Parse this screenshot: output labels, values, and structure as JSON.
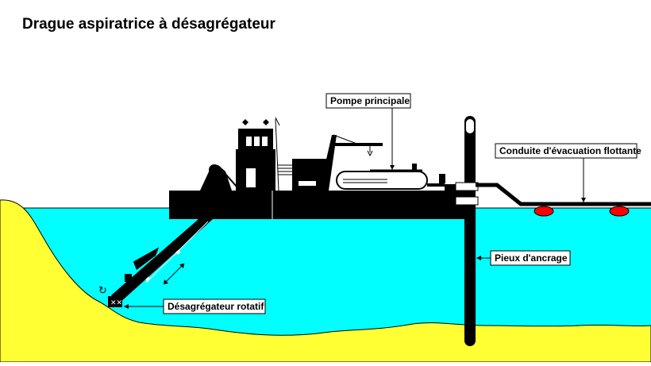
{
  "title": "Drague aspiratrice à désagrégateur",
  "labels": {
    "pump": "Pompe principale",
    "pipeline": "Conduite d'évacuation flottante",
    "spud": "Pieux d'ancrage",
    "cutter": "Désagrégateur rotatif"
  },
  "colors": {
    "water": "#00ffff",
    "seabed": "#ffff33",
    "hull": "#000000",
    "floats": "#ff0000"
  }
}
